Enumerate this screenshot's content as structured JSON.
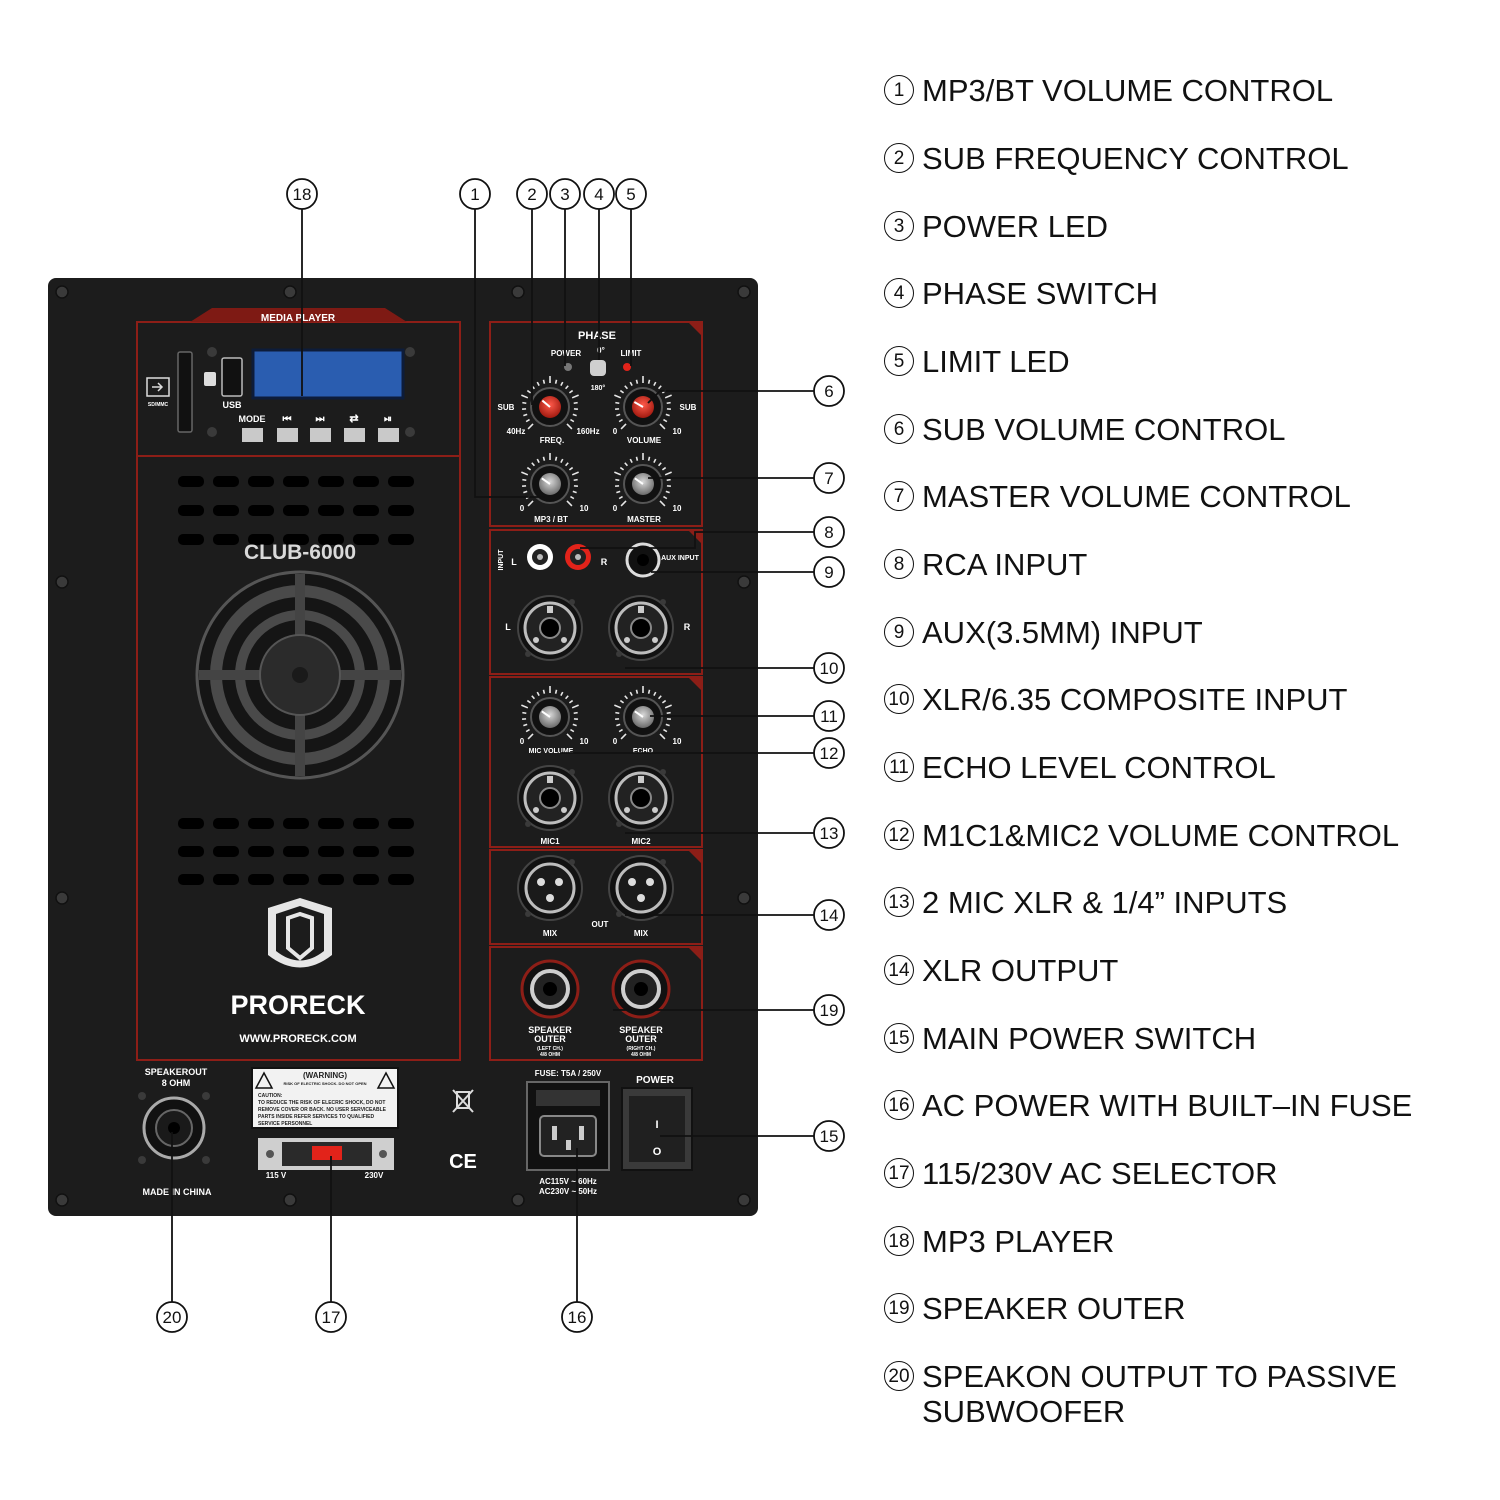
{
  "panel": {
    "model": "CLUB-6000",
    "brand": "PRORECK",
    "website": "WWW.PRORECK.COM",
    "media_player": {
      "title": "MEDIA PLAYER",
      "usb_label": "USB",
      "sd_label": "SD/MMC",
      "buttons": [
        "MODE",
        "⏮",
        "⏭",
        "⇄",
        "⏯"
      ]
    },
    "controls": {
      "phase_label": "PHASE",
      "phase_0": "0°",
      "phase_180": "180°",
      "power_led": "POWER",
      "limit_led": "LIMIT",
      "sub_left": "SUB",
      "sub_right": "SUB",
      "freq_min": "40Hz",
      "freq_max": "160Hz",
      "freq_label": "FREQ.",
      "zero": "0",
      "ten": "10",
      "volume_label": "VOLUME",
      "mp3bt_label": "MP3 / BT",
      "master_label": "MASTER",
      "input_label": "INPUT",
      "rca_l": "L",
      "rca_r": "R",
      "aux_label": "AUX INPUT",
      "combo_l": "L",
      "combo_r": "R",
      "mic_volume": "MIC VOLUME",
      "echo": "ECHO",
      "mic1": "MIC1",
      "mic2": "MIC2",
      "mix1": "MIX",
      "mix2": "MIX",
      "out": "OUT",
      "spk_left": [
        "SPEAKER",
        "OUTER",
        "(LEFT CH.)",
        "4/8 OHM"
      ],
      "spk_right": [
        "SPEAKER",
        "OUTER",
        "(RIGHT CH.)",
        "4/8 OHM"
      ]
    },
    "bottom": {
      "speakerout": "SPEAKEROUT",
      "ohm": "8 OHM",
      "made_in": "MADE IN CHINA",
      "warning_title": "(WARNING)",
      "warning_sub": "RISK OF ELECTRIC SHOCK. DO NOT OPEN",
      "caution": "CAUTION:",
      "caution_lines": [
        "TO REDUCE THE RISK OF ELECRIC SHOCK, DO NOT",
        "REMOVE COVER OR BACK. NO USER SERVICEABLE",
        "PARTS INSIDE REFER SERVICES TO QUALIFIED",
        "SERVICE PERSONNEL"
      ],
      "v115": "115 V",
      "v230": "230V",
      "ce": "CE",
      "fuse": "FUSE: T5A / 250V",
      "ac1": "AC115V ~ 60Hz",
      "ac2": "AC230V ~ 50Hz",
      "power": "POWER",
      "switch_on": "I",
      "switch_off": "O"
    }
  },
  "callouts": [
    "1",
    "2",
    "3",
    "4",
    "5",
    "6",
    "7",
    "8",
    "9",
    "10",
    "11",
    "12",
    "13",
    "14",
    "15",
    "16",
    "17",
    "18",
    "19",
    "20"
  ],
  "legend": [
    {
      "num": "1",
      "text": "MP3/BT VOLUME CONTROL"
    },
    {
      "num": "2",
      "text": "SUB FREQUENCY CONTROL"
    },
    {
      "num": "3",
      "text": "POWER LED"
    },
    {
      "num": "4",
      "text": "PHASE SWITCH"
    },
    {
      "num": "5",
      "text": "LIMIT LED"
    },
    {
      "num": "6",
      "text": "SUB VOLUME CONTROL"
    },
    {
      "num": "7",
      "text": "MASTER VOLUME CONTROL"
    },
    {
      "num": "8",
      "text": "RCA INPUT"
    },
    {
      "num": "9",
      "text": "AUX(3.5MM) INPUT"
    },
    {
      "num": "10",
      "text": "XLR/6.35 COMPOSITE INPUT"
    },
    {
      "num": "11",
      "text": "ECHO LEVEL CONTROL"
    },
    {
      "num": "12",
      "text": "M1C1&MIC2 VOLUME CONTROL"
    },
    {
      "num": "13",
      "text": "2 MIC XLR & 1/4” INPUTS"
    },
    {
      "num": "14",
      "text": "XLR OUTPUT"
    },
    {
      "num": "15",
      "text": "MAIN POWER SWITCH"
    },
    {
      "num": "16",
      "text": "AC POWER WITH BUILT–IN FUSE"
    },
    {
      "num": "17",
      "text": "115/230V AC SELECTOR"
    },
    {
      "num": "18",
      "text": "MP3 PLAYER"
    },
    {
      "num": "19",
      "text": "SPEAKER OUTER"
    },
    {
      "num": "20",
      "text": "SPEAKON OUTPUT TO PASSIVE SUBWOOFER"
    }
  ],
  "colors": {
    "panel": "#1c1c1c",
    "accent": "#b3261e",
    "display": "#2a5db0"
  }
}
